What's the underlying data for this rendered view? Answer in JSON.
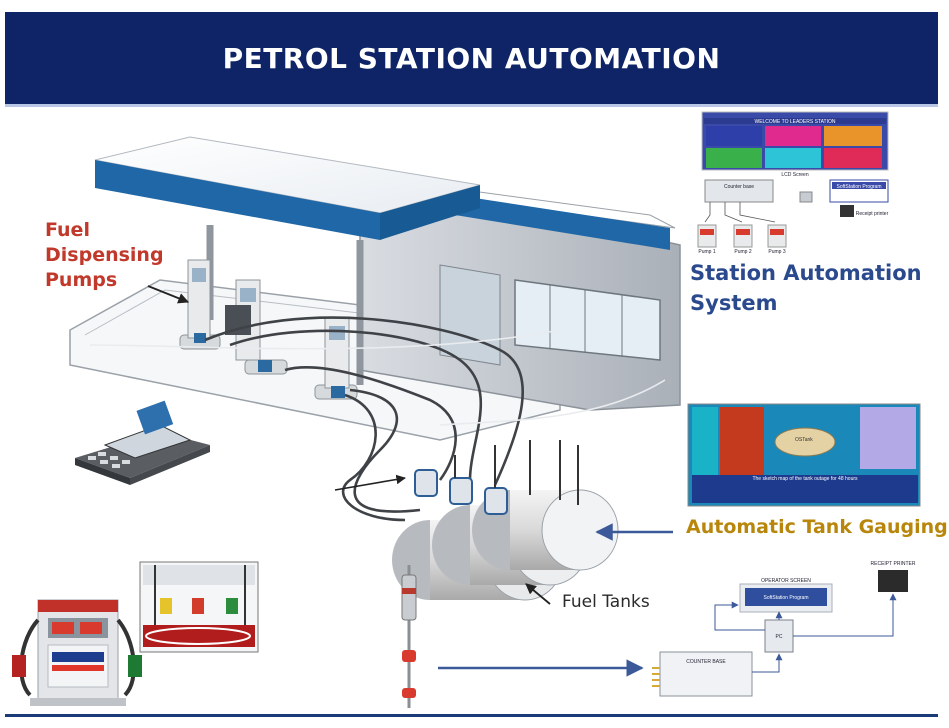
{
  "title": "PETROL STATION AUTOMATION",
  "labels": {
    "fuel_pumps": [
      "Fuel",
      "Dispensing",
      "Pumps"
    ],
    "station_automation": [
      "Station Automation",
      "System"
    ],
    "tank_gauging": "Automatic Tank Gauging",
    "fuel_tanks": "Fuel Tanks"
  },
  "sas_panel": {
    "header": "WELCOME TO LEADERS STATION",
    "screen_label": "LCD Screen",
    "counter_label": "Counter base",
    "program_label": "SoftStation Program",
    "printer_label": "Receipt printer",
    "pumps": [
      "Pump 1",
      "Pump 2",
      "Pump 3"
    ]
  },
  "atg_panel": {
    "tank_label": "OSTank",
    "caption": "The sketch map of the tank outage for 48 hours"
  },
  "office_diagram": {
    "operator_label": "OPERATOR SCREEN",
    "program_label": "SoftStation Program",
    "printer_label": "RECEIPT PRINTER",
    "pc_label": "PC",
    "counter_label": "COUNTER BASE"
  },
  "colors": {
    "banner": "#0f2466",
    "canopy": "#1f67a6",
    "label_red": "#c0392b",
    "label_blue": "#2b4a8e",
    "label_gold": "#b8860b",
    "arrow": "#3c5a9a"
  }
}
